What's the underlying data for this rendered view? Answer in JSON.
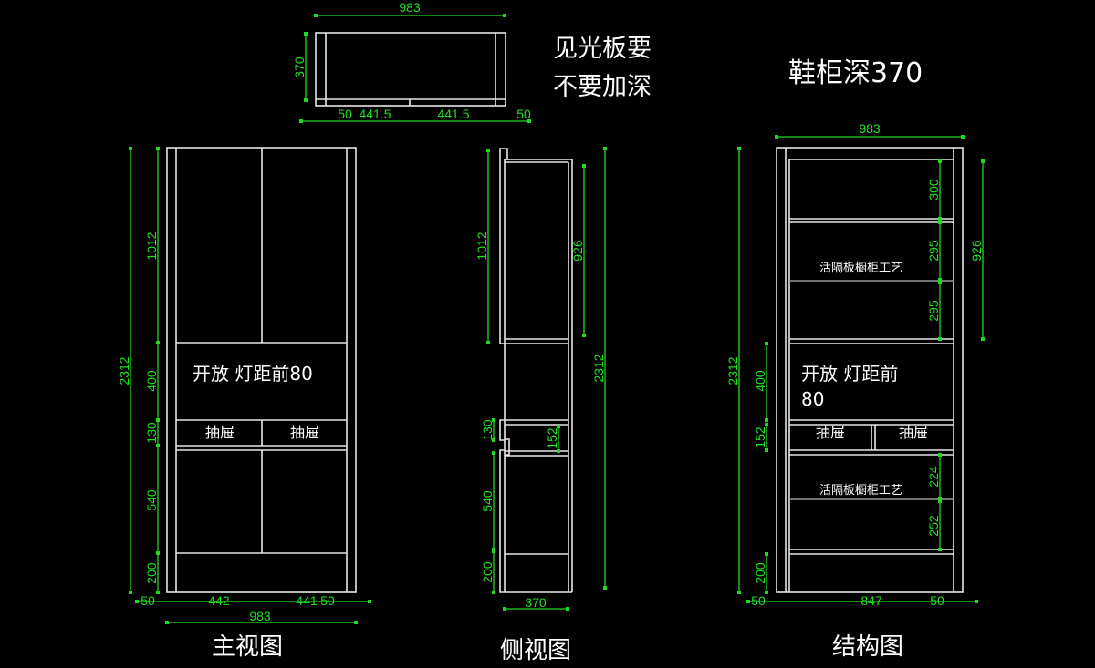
{
  "notes": {
    "visible_panel": [
      "见光板要",
      "不要加深"
    ],
    "depth_note": "鞋柜深370"
  },
  "top_view": {
    "width": "983",
    "depth": "370",
    "bottom": [
      "50",
      "441.5",
      "441.5",
      "50"
    ]
  },
  "front_view": {
    "label": "主视图",
    "open_text": "开放  灯距前80",
    "drawers": [
      "抽屉",
      "抽屉"
    ],
    "total_height": "2312",
    "heights": [
      "1012",
      "400",
      "130",
      "540",
      "200"
    ],
    "bottom": [
      "50",
      "442",
      "441",
      "50"
    ],
    "width": "983"
  },
  "side_view": {
    "label": "侧视图",
    "left": [
      "1012",
      "130",
      "540",
      "200"
    ],
    "inner": "926",
    "drawer": "152",
    "total_height": "2312",
    "depth": "370"
  },
  "structure_view": {
    "label": "结构图",
    "width": "983",
    "shelf_text": [
      "活隔板橱柜工艺",
      "活隔板橱柜工艺"
    ],
    "open_text": [
      "开放  灯距前",
      "80"
    ],
    "drawers": [
      "抽屉",
      "抽屉"
    ],
    "total_height": "2312",
    "left": [
      "400",
      "152",
      "200"
    ],
    "right": [
      "300",
      "295",
      "295",
      "224",
      "252"
    ],
    "upper": "926",
    "bottom": [
      "50",
      "847",
      "50"
    ]
  }
}
